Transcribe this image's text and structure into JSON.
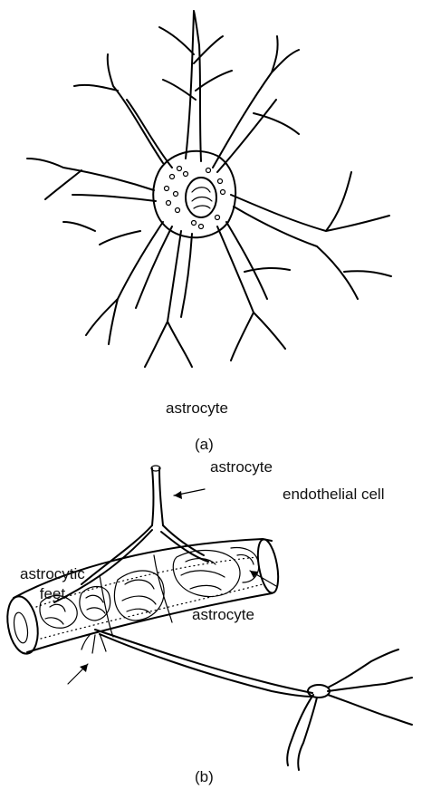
{
  "panel_a": {
    "cell_label": "astrocyte",
    "caption": "(a)"
  },
  "panel_b": {
    "label_astrocyte_top": "astrocyte",
    "label_endothelial": "endothelial cell",
    "label_feet": "astrocytic\nfeet",
    "label_astrocyte_bottom": "astrocyte",
    "caption": "(b)"
  }
}
